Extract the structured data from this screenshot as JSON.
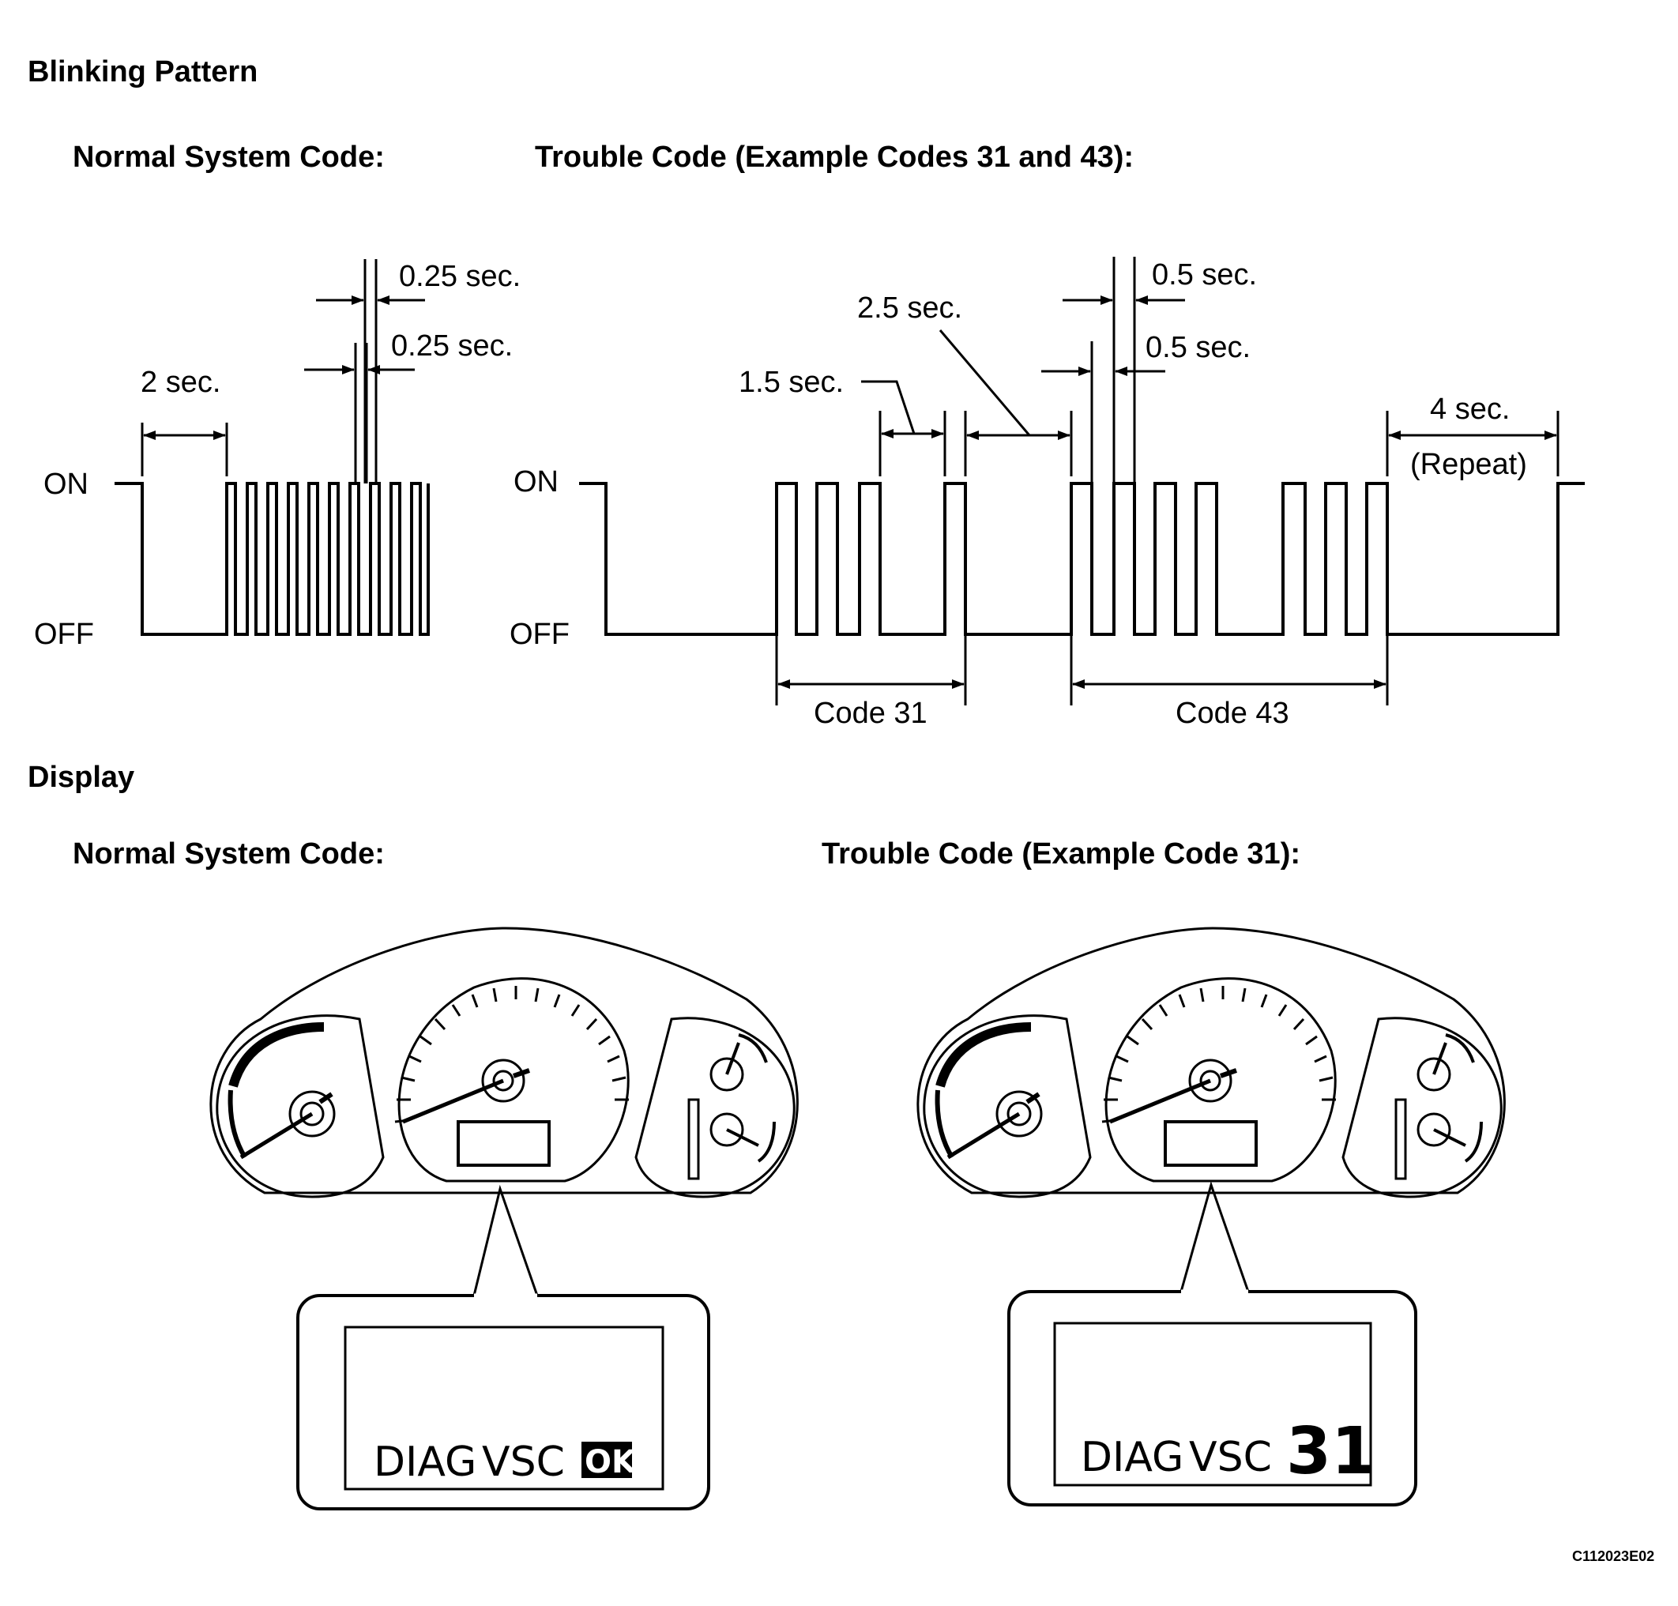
{
  "sections": {
    "blinking_pattern": "Blinking Pattern",
    "display": "Display"
  },
  "blinking": {
    "normal_title": "Normal System Code:",
    "trouble_title": "Trouble Code (Example Codes 31 and 43):",
    "on_label": "ON",
    "off_label": "OFF",
    "normal_dims": {
      "start": "2 sec.",
      "on_width": "0.25 sec.",
      "off_width": "0.25 sec."
    },
    "trouble_dims": {
      "on_width": "0.5 sec.",
      "off_width": "0.5 sec.",
      "inter_digit": "1.5 sec.",
      "inter_code": "2.5 sec.",
      "repeat": "4 sec.",
      "repeat_note": "(Repeat)"
    },
    "code_a": "Code 31",
    "code_b": "Code 43"
  },
  "display": {
    "normal_title": "Normal System Code:",
    "trouble_title": "Trouble Code (Example Code 31):",
    "normal_lcd": {
      "diag": "DIAG",
      "vsc": "VSC",
      "value": "OK"
    },
    "trouble_lcd": {
      "diag": "DIAG",
      "vsc": "VSC",
      "value": "31"
    }
  },
  "figure_ref": "C112023E02"
}
